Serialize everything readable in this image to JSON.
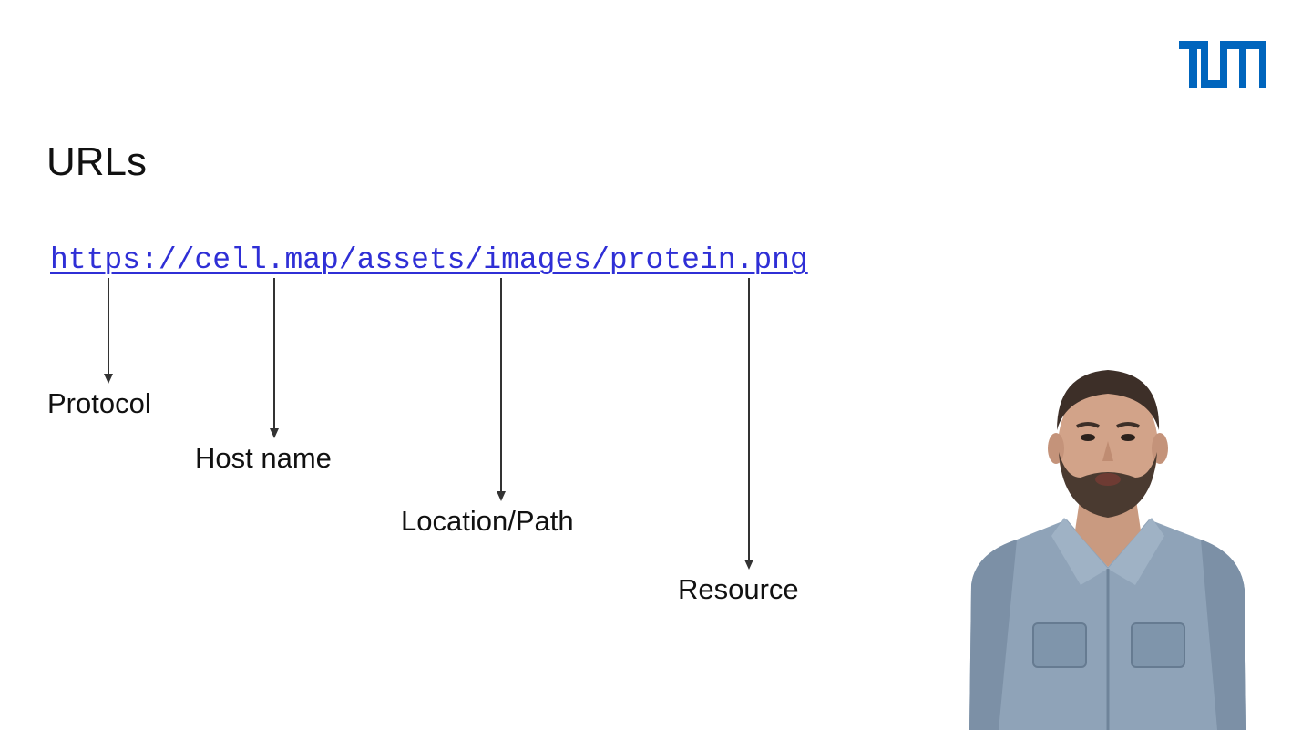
{
  "slide": {
    "title": "URLs",
    "url": "https://cell.map/assets/images/protein.png",
    "labels": {
      "protocol": "Protocol",
      "host": "Host name",
      "path": "Location/Path",
      "resource": "Resource"
    },
    "colors": {
      "url_link": "#2f2fd6",
      "logo_blue": "#0065bd",
      "arrow": "#333333",
      "background": "#ffffff"
    },
    "logo": {
      "text": "TUM",
      "icon": "tum-logo-icon"
    },
    "presenter": {
      "icon": "presenter-video-icon"
    }
  }
}
